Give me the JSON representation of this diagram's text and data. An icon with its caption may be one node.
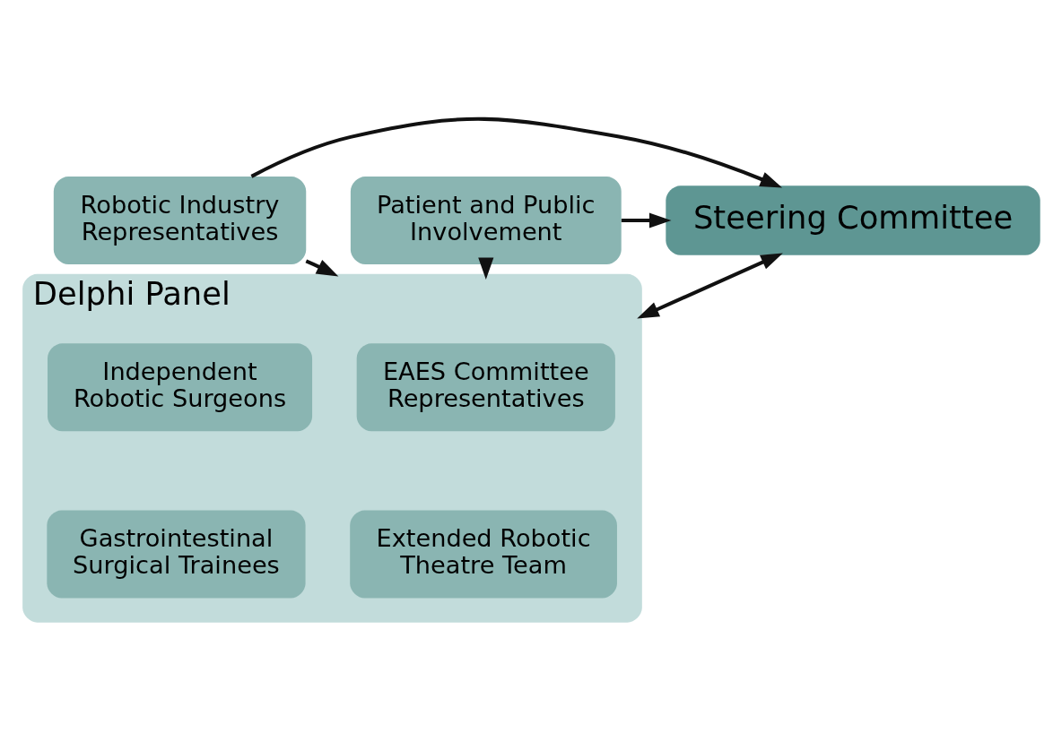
{
  "diagram": {
    "nodes": [
      {
        "text": [
          "Robotic Industry Representatives"
        ]
      },
      {
        "text": [
          "Steering Committee"
        ]
      },
      {
        "text": [
          "Patient and Public Involvement"
        ]
      },
      {
        "text": [
          "Delphi Panel"
        ]
      },
      {
        "text": [
          "EAES Committee Representatives"
        ],
        "in": 3
      },
      {
        "text": [
          "Independent Robotic Surgeons"
        ],
        "in": 3
      },
      {
        "text": [
          "Extended Robotic Theatre Team"
        ],
        "in": 3
      },
      {
        "text": [
          "Gastrointestinal Surgical Trainees"
        ],
        "in": 3
      }
    ],
    "edges": [
      {
        "from": 0,
        "to": 1,
        "arrow": "to"
      },
      {
        "from": 0,
        "to": 3,
        "arrow": "to"
      },
      {
        "from": 2,
        "to": 1,
        "arrow": "to"
      },
      {
        "from": 2,
        "to": 3,
        "arrow": "to"
      },
      {
        "from": 1,
        "to": 3,
        "arrow": "both"
      }
    ]
  }
}
